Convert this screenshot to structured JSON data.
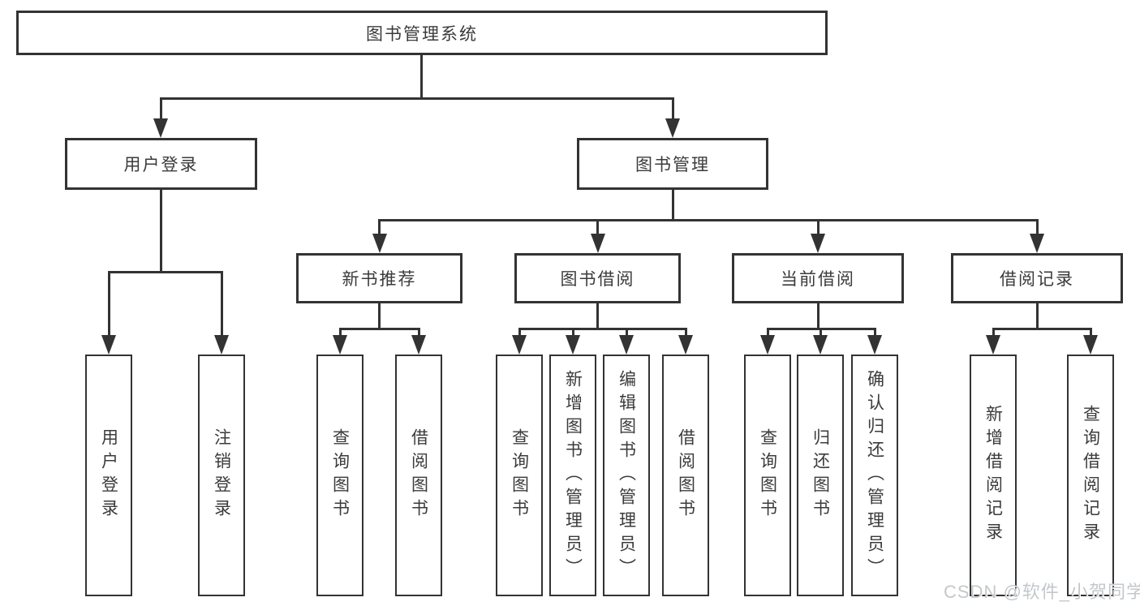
{
  "colors": {
    "ink": "#333333",
    "background": "#ffffff",
    "watermark_gray": "#c4c8cb"
  },
  "watermark": {
    "text": "CSDN @软件_小贺同学"
  },
  "tree": {
    "root": {
      "label": "图书管理系统"
    },
    "branches": [
      {
        "label": "用户登录",
        "children": [
          {
            "label": "用户登录"
          },
          {
            "label": "注销登录"
          }
        ]
      },
      {
        "label": "图书管理",
        "sections": [
          {
            "label": "新书推荐",
            "children": [
              {
                "label": "查询图书"
              },
              {
                "label": "借阅图书"
              }
            ]
          },
          {
            "label": "图书借阅",
            "children": [
              {
                "label": "查询图书"
              },
              {
                "label": "新增图书（管理员）"
              },
              {
                "label": "编辑图书（管理员）"
              },
              {
                "label": "借阅图书"
              }
            ]
          },
          {
            "label": "当前借阅",
            "children": [
              {
                "label": "查询图书"
              },
              {
                "label": "归还图书"
              },
              {
                "label": "确认归还（管理员）"
              }
            ]
          },
          {
            "label": "借阅记录",
            "children": [
              {
                "label": "新增借阅记录"
              },
              {
                "label": "查询借阅记录"
              }
            ]
          }
        ]
      }
    ]
  }
}
